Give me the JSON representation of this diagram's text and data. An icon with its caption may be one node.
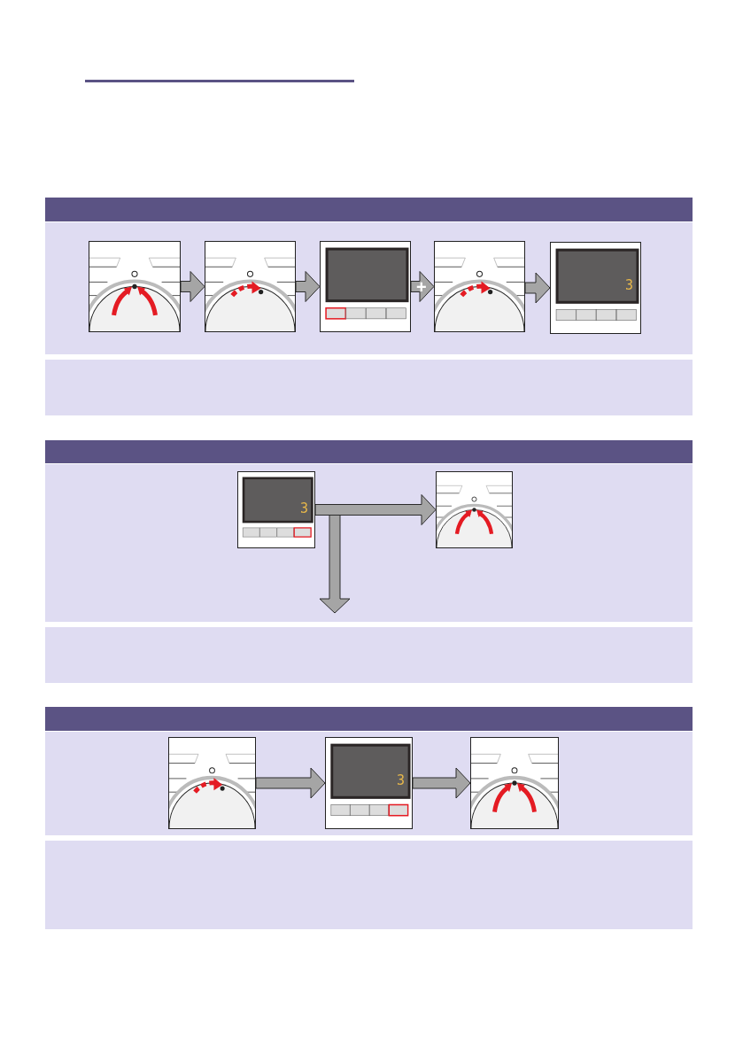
{
  "diagram": {
    "nodes": [
      {
        "text": [],
        "shape": "picture"
      },
      {
        "text": [],
        "shape": "picture"
      },
      {
        "text": [],
        "shape": "picture"
      },
      {
        "text": [],
        "shape": "picture"
      },
      {
        "text": [
          "3"
        ]
      },
      {
        "text": [
          "3"
        ]
      },
      {
        "text": [],
        "shape": "picture"
      },
      {
        "text": [],
        "shape": "picture"
      },
      {
        "text": [
          "3"
        ]
      },
      {
        "text": [],
        "shape": "picture"
      }
    ],
    "edges": [
      {
        "from": 0,
        "to": 1,
        "arrow": "to"
      },
      {
        "from": 1,
        "to": 2,
        "arrow": "to"
      },
      {
        "from": 2,
        "to": 3,
        "arrow": "to",
        "label": "+"
      },
      {
        "from": 3,
        "to": 4,
        "arrow": "to"
      },
      {
        "from": 5,
        "to": 6,
        "arrow": "to"
      },
      {
        "from": 5,
        "to": null,
        "arrow": "to"
      },
      {
        "from": 7,
        "to": 8,
        "arrow": "to"
      },
      {
        "from": 8,
        "to": 9,
        "arrow": "to"
      }
    ]
  }
}
